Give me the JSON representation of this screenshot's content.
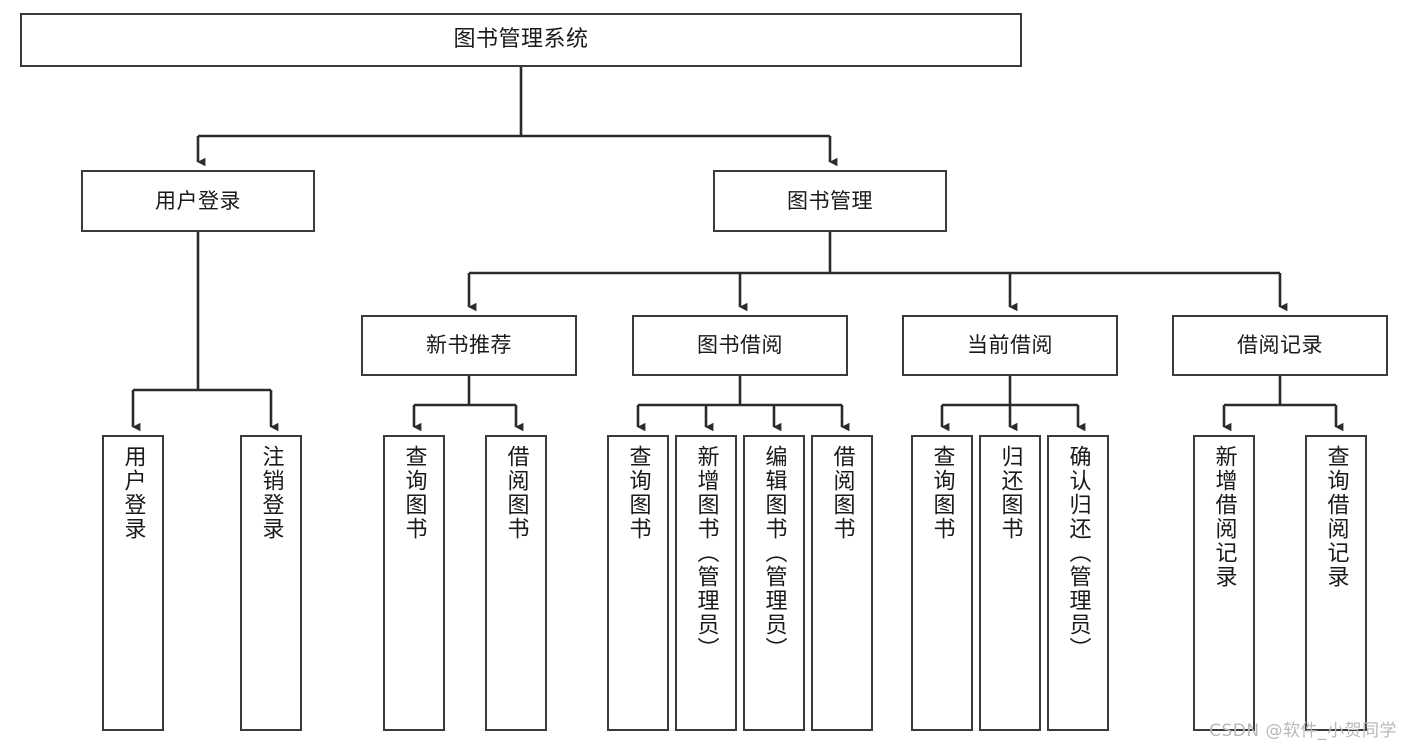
{
  "diagram": {
    "type": "tree-hierarchy-chart",
    "title": "图书管理系统",
    "watermark": "CSDN @软件_小贺同学",
    "colors": {
      "box_border": "#3a3a3a",
      "box_fill": "#ffffff",
      "connector": "#2b2b2b",
      "text": "#1a1a1a",
      "watermark": "#b9b9b9",
      "background": "#ffffff"
    },
    "levels": {
      "root": {
        "label": "图书管理系统"
      },
      "level2": [
        {
          "label": "用户登录"
        },
        {
          "label": "图书管理"
        }
      ],
      "level3": [
        {
          "label": "新书推荐"
        },
        {
          "label": "图书借阅"
        },
        {
          "label": "当前借阅"
        },
        {
          "label": "借阅记录"
        }
      ],
      "level4": [
        {
          "label": "用户登录",
          "parent": "用户登录"
        },
        {
          "label": "注销登录",
          "parent": "用户登录"
        },
        {
          "label": "查询图书",
          "parent": "新书推荐"
        },
        {
          "label": "借阅图书",
          "parent": "新书推荐"
        },
        {
          "label": "查询图书",
          "parent": "图书借阅"
        },
        {
          "label": "新增图书（管理员）",
          "parent": "图书借阅"
        },
        {
          "label": "编辑图书（管理员）",
          "parent": "图书借阅"
        },
        {
          "label": "借阅图书",
          "parent": "图书借阅"
        },
        {
          "label": "查询图书",
          "parent": "当前借阅"
        },
        {
          "label": "归还图书",
          "parent": "当前借阅"
        },
        {
          "label": "确认归还（管理员）",
          "parent": "当前借阅"
        },
        {
          "label": "新增借阅记录",
          "parent": "借阅记录"
        },
        {
          "label": "查询借阅记录",
          "parent": "借阅记录"
        }
      ]
    }
  },
  "chart_data": {
    "type": "table",
    "title": "图书管理系统 功能结构图",
    "xlabel": "",
    "ylabel": "",
    "categories": [
      "图书管理系统"
    ],
    "values": [],
    "nodes": [
      {
        "id": "root",
        "label": "图书管理系统",
        "level": 1,
        "parent": null
      },
      {
        "id": "n-user-login",
        "label": "用户登录",
        "level": 2,
        "parent": "root"
      },
      {
        "id": "n-book-mgmt",
        "label": "图书管理",
        "level": 2,
        "parent": "root"
      },
      {
        "id": "n-new-book",
        "label": "新书推荐",
        "level": 3,
        "parent": "n-book-mgmt"
      },
      {
        "id": "n-borrow",
        "label": "图书借阅",
        "level": 3,
        "parent": "n-book-mgmt"
      },
      {
        "id": "n-current",
        "label": "当前借阅",
        "level": 3,
        "parent": "n-book-mgmt"
      },
      {
        "id": "n-records",
        "label": "借阅记录",
        "level": 3,
        "parent": "n-book-mgmt"
      },
      {
        "id": "l1",
        "label": "用户登录",
        "level": 4,
        "parent": "n-user-login"
      },
      {
        "id": "l2",
        "label": "注销登录",
        "level": 4,
        "parent": "n-user-login"
      },
      {
        "id": "l3",
        "label": "查询图书",
        "level": 4,
        "parent": "n-new-book"
      },
      {
        "id": "l4",
        "label": "借阅图书",
        "level": 4,
        "parent": "n-new-book"
      },
      {
        "id": "l5",
        "label": "查询图书",
        "level": 4,
        "parent": "n-borrow"
      },
      {
        "id": "l6",
        "label": "新增图书（管理员）",
        "level": 4,
        "parent": "n-borrow"
      },
      {
        "id": "l7",
        "label": "编辑图书（管理员）",
        "level": 4,
        "parent": "n-borrow"
      },
      {
        "id": "l8",
        "label": "借阅图书",
        "level": 4,
        "parent": "n-borrow"
      },
      {
        "id": "l9",
        "label": "查询图书",
        "level": 4,
        "parent": "n-current"
      },
      {
        "id": "l10",
        "label": "归还图书",
        "level": 4,
        "parent": "n-current"
      },
      {
        "id": "l11",
        "label": "确认归还（管理员）",
        "level": 4,
        "parent": "n-current"
      },
      {
        "id": "l12",
        "label": "新增借阅记录",
        "level": 4,
        "parent": "n-records"
      },
      {
        "id": "l13",
        "label": "查询借阅记录",
        "level": 4,
        "parent": "n-records"
      }
    ]
  }
}
